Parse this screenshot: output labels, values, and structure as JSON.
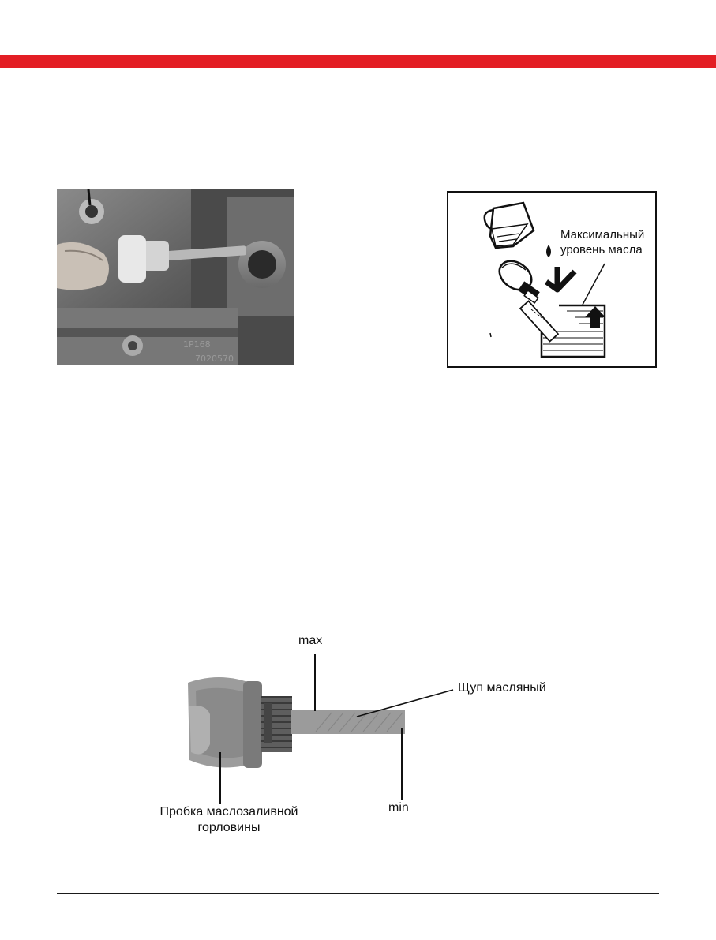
{
  "colors": {
    "accent_bar": "#e31e24",
    "rule": "#1a1a1a"
  },
  "level_diagram": {
    "caption_line1": "Максимальный",
    "caption_line2": "уровень масла"
  },
  "dipstick_figure": {
    "max_label": "max",
    "min_label": "min",
    "dipstick_label": "Щуп масляный",
    "cap_label_line1": "Пробка маслозаливной",
    "cap_label_line2": "горловины"
  }
}
